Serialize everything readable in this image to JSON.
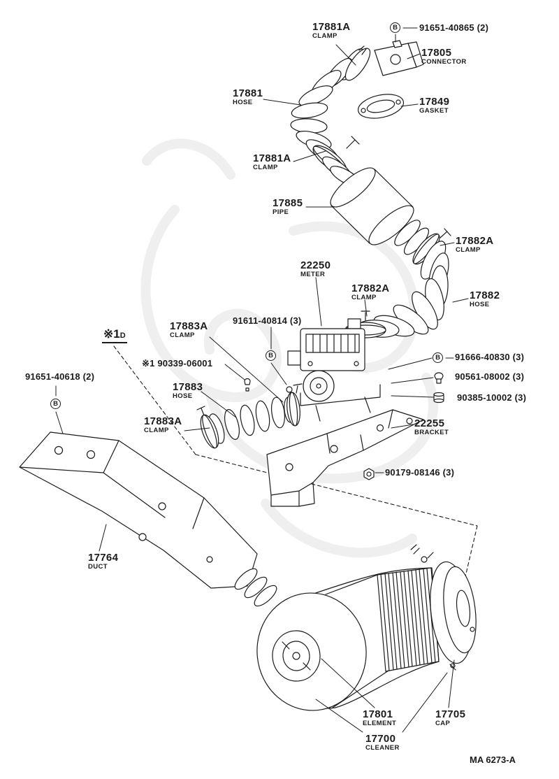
{
  "doc_number": "MA 6273-A",
  "note": {
    "marker": "※1",
    "sub": "D"
  },
  "symbols": {
    "circled_b": "B"
  },
  "part_labels": [
    {
      "part": "17881A",
      "sub": "CLAMP"
    },
    {
      "part": "17805",
      "sub": "CONNECTOR"
    },
    {
      "part": "17881",
      "sub": "HOSE"
    },
    {
      "part": "17849",
      "sub": "GASKET"
    },
    {
      "part": "17881A",
      "sub": "CLAMP"
    },
    {
      "part": "17885",
      "sub": "PIPE"
    },
    {
      "part": "17882A",
      "sub": "CLAMP"
    },
    {
      "part": "22250",
      "sub": "METER"
    },
    {
      "part": "17882A",
      "sub": "CLAMP"
    },
    {
      "part": "17882",
      "sub": "HOSE"
    },
    {
      "part": "17883A",
      "sub": "CLAMP"
    },
    {
      "part": "17883",
      "sub": "HOSE"
    },
    {
      "part": "17883A",
      "sub": "CLAMP"
    },
    {
      "part": "22255",
      "sub": "BRACKET"
    },
    {
      "part": "17764",
      "sub": "DUCT"
    },
    {
      "part": "17801",
      "sub": "ELEMENT"
    },
    {
      "part": "17705",
      "sub": "CAP"
    },
    {
      "part": "17700",
      "sub": "CLEANER"
    }
  ],
  "hardware_labels": [
    {
      "text": "91651-40865 (2)"
    },
    {
      "text": "91611-40814 (3)"
    },
    {
      "text": "※1 90339-06001"
    },
    {
      "text": "91666-40830 (3)"
    },
    {
      "text": "90561-08002 (3)"
    },
    {
      "text": "90385-10002 (3)"
    },
    {
      "text": "91651-40618 (2)"
    },
    {
      "text": "90179-08146 (3)"
    }
  ]
}
